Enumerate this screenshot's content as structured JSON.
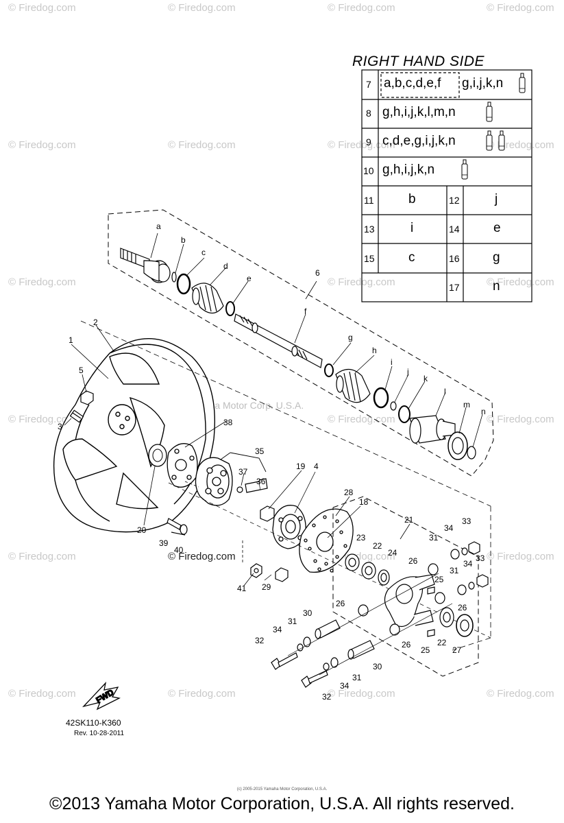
{
  "watermark": "© Firedog.com",
  "center_watermark": "Yamaha Motor Corp. U.S.A.",
  "table": {
    "title": "RIGHT HAND SIDE",
    "wide_rows": [
      {
        "num": "7",
        "text": "a,b,c,d,e,f",
        "text2": "g,i,j,k,n",
        "icons": 1
      },
      {
        "num": "8",
        "text": "g,h,i,j,k,l,m,n",
        "text2": "",
        "icons": 1
      },
      {
        "num": "9",
        "text": "c,d,e,g,i,j,k,n",
        "text2": "",
        "icons": 2
      },
      {
        "num": "10",
        "text": "g,h,i,j,k,n",
        "text2": "",
        "icons": 1
      }
    ],
    "pair_rows": [
      {
        "n1": "11",
        "v1": "b",
        "n2": "12",
        "v2": "j"
      },
      {
        "n1": "13",
        "v1": "i",
        "n2": "14",
        "v2": "e"
      },
      {
        "n1": "15",
        "v1": "c",
        "n2": "16",
        "v2": "g"
      },
      {
        "n1": "",
        "v1": "",
        "n2": "17",
        "v2": "n"
      }
    ]
  },
  "callouts": {
    "a": "a",
    "b": "b",
    "c": "c",
    "d": "d",
    "e": "e",
    "f": "f",
    "g": "g",
    "h": "h",
    "i": "i",
    "j": "j",
    "k": "k",
    "l": "l",
    "m": "m",
    "n": "n",
    "p1": "1",
    "p2": "2",
    "p3": "3",
    "p4": "4",
    "p5": "5",
    "p6": "6",
    "p18": "18",
    "p19": "19",
    "p20": "20",
    "p21": "21",
    "p22a": "22",
    "p22b": "22",
    "p23": "23",
    "p24": "24",
    "p25a": "25",
    "p25b": "25",
    "p26a": "26",
    "p26b": "26",
    "p26c": "26",
    "p26d": "26",
    "p27": "27",
    "p28": "28",
    "p29": "29",
    "p30a": "30",
    "p30b": "30",
    "p31a": "31",
    "p31b": "31",
    "p31c": "31",
    "p31d": "31",
    "p32a": "32",
    "p32b": "32",
    "p33a": "33",
    "p33b": "33",
    "p34a": "34",
    "p34b": "34",
    "p34c": "34",
    "p34d": "34",
    "p35": "35",
    "p36": "36",
    "p37": "37",
    "p38": "38",
    "p39": "39",
    "p40": "40",
    "p41": "41"
  },
  "fwd": "FWD",
  "drawing_code": "42SK110-K360",
  "revision": "Rev.  10-28-2011",
  "footer_small": "(c) 2005-2015 Yamaha Motor Corporation, U.S.A.",
  "footer": "©2013 Yamaha Motor Corporation, U.S.A. All rights reserved."
}
